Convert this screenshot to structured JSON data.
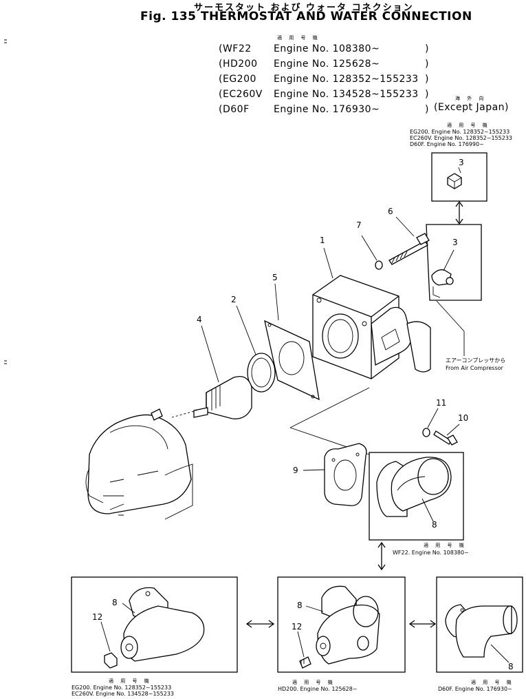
{
  "header": {
    "jp_title": "サーモスタット および ウォータ コネクション",
    "fig_title": "Fig. 135 THERMOSTAT AND WATER CONNECTION",
    "applicable_jp": "適 用 号 機",
    "overseas_jp": "海 外 向",
    "except_japan": "(Except Japan)"
  },
  "applicability": [
    {
      "model": "WF22",
      "engine": "Engine No. 108380~"
    },
    {
      "model": "HD200",
      "engine": "Engine No. 125628~"
    },
    {
      "model": "EG200",
      "engine": "Engine No. 128352~155233"
    },
    {
      "model": "EC260V",
      "engine": "Engine No. 134528~155233"
    },
    {
      "model": "D60F",
      "engine": "Engine No. 176930~"
    }
  ],
  "top_box_note": {
    "jp": "適 用 号 機",
    "lines": [
      "EG200. Engine No. 128352~155233",
      "EC260V. Engine No. 128352~155233",
      "D60F. Engine No. 176990~"
    ]
  },
  "air_note": {
    "jp": "エアーコンプレッサから",
    "en": "From Air Compressor"
  },
  "wf22_note": {
    "jp": "適 用 号 機",
    "en": "WF22. Engine No. 108380~"
  },
  "bottom_notes": {
    "left": {
      "jp": "適 用 号 機",
      "lines": [
        "EG200. Engine No. 128352~155233",
        "EC260V. Engine No. 134528~155233"
      ]
    },
    "center": {
      "jp": "適 用 号 機",
      "lines": [
        "HD200. Engine No. 125628~"
      ]
    },
    "right": {
      "jp": "適 用 号 機",
      "lines": [
        "D60F. Engine No. 176930~"
      ]
    }
  },
  "part_numbers": {
    "p1": "1",
    "p2": "2",
    "p3a": "3",
    "p3b": "3",
    "p4": "4",
    "p5": "5",
    "p6": "6",
    "p7": "7",
    "p8a": "8",
    "p8b": "8",
    "p8c": "8",
    "p8d": "8",
    "p9": "9",
    "p10": "10",
    "p11": "11",
    "p12a": "12",
    "p12b": "12"
  }
}
